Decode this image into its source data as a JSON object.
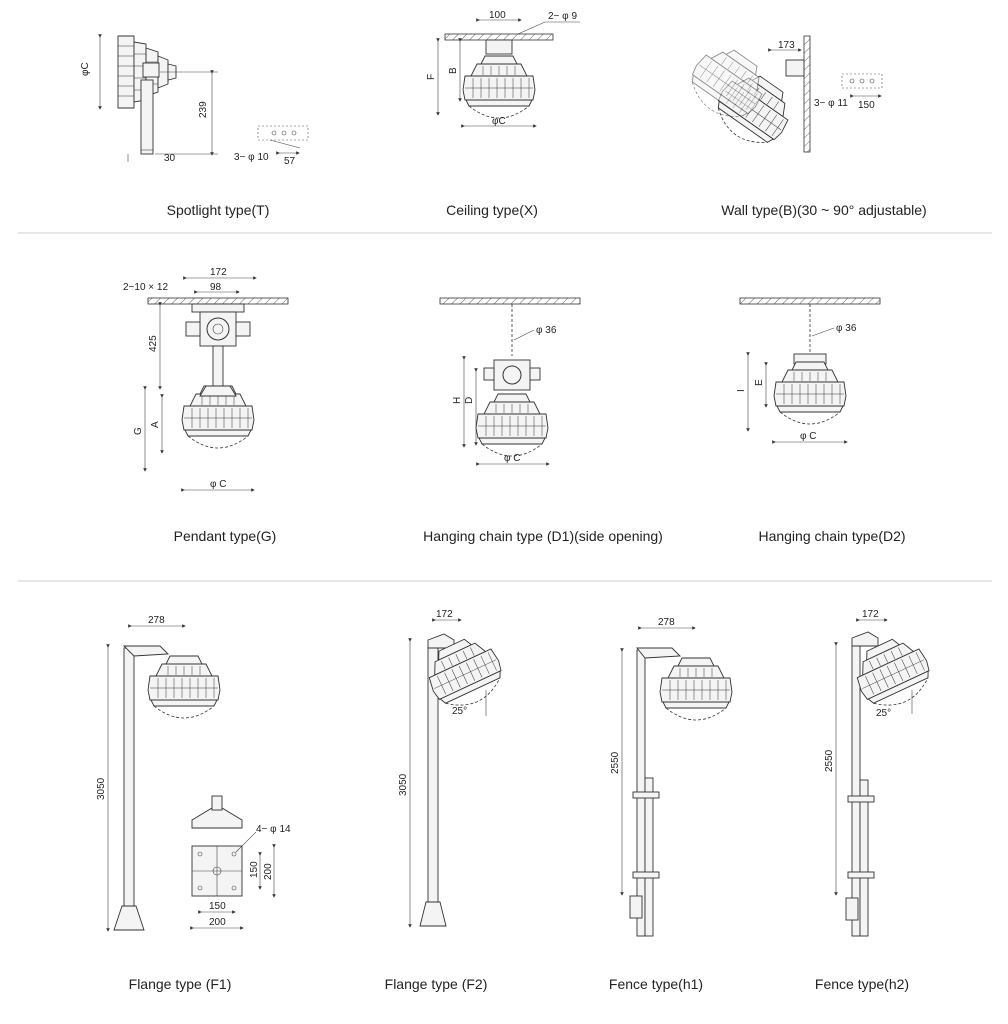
{
  "captions": {
    "spotlight": "Spotlight type(T)",
    "ceiling": "Ceiling type(X)",
    "wall": "Wall type(B)(30 ~ 90°  adjustable)",
    "pendant": "Pendant type(G)",
    "chain_d1": "Hanging chain type (D1)(side opening)",
    "chain_d2": "Hanging chain type(D2)",
    "flange_f1": "Flange type (F1)",
    "flange_f2": "Flange type (F2)",
    "fence_h1": "Fence type(h1)",
    "fence_h2": "Fence type(h2)"
  },
  "dims": {
    "t_phic": "φC",
    "t_239": "239",
    "t_30": "30",
    "t_3phi10": "3− φ 10",
    "t_57": "57",
    "x_100": "100",
    "x_2phi9": "2− φ 9",
    "x_F": "F",
    "x_B": "B",
    "x_phic": "φC",
    "b_173": "173",
    "b_3phi11": "3− φ 11",
    "b_150": "150",
    "g_172": "172",
    "g_2_10x12": "2−10 × 12",
    "g_98": "98",
    "g_425": "425",
    "g_G": "G",
    "g_A": "A",
    "g_phic": "φ C",
    "d1_phi36": "φ 36",
    "d1_H": "H",
    "d1_D": "D",
    "d1_phic": "φ C",
    "d2_phi36": "φ 36",
    "d2_I": "I",
    "d2_E": "E",
    "d2_phic": "φ C",
    "f1_278": "278",
    "f1_3050": "3050",
    "f1_4phi14": "4− φ 14",
    "f1_150v": "150",
    "f1_200v": "200",
    "f1_150h": "150",
    "f1_200h": "200",
    "f2_172": "172",
    "f2_3050": "3050",
    "f2_25": "25°",
    "h1_278": "278",
    "h1_2550": "2550",
    "h2_172": "172",
    "h2_2550": "2550",
    "h2_25": "25°"
  }
}
